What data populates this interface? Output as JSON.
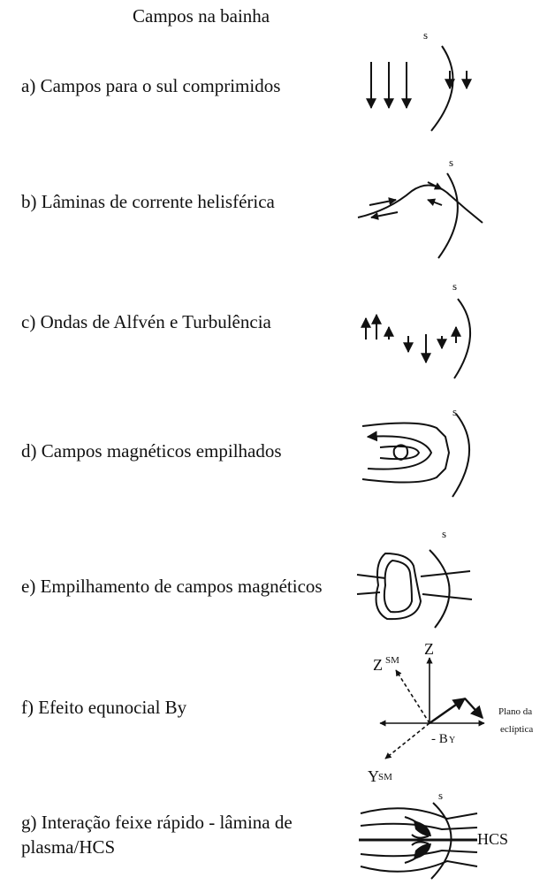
{
  "title": "Campos na bainha",
  "items": [
    {
      "label": "a) Campos para o sul comprimidos"
    },
    {
      "label": "b) Lâminas de corrente helisférica"
    },
    {
      "label": "c) Ondas de Alfvén e Turbulência"
    },
    {
      "label": "d) Campos magnéticos empilhados"
    },
    {
      "label": "e) Empilhamento de campos magnéticos"
    },
    {
      "label": "f) Efeito equnocial By"
    },
    {
      "label": "g) Interação feixe rápido - lâmina de plasma/HCS"
    }
  ],
  "figure_text": {
    "s": "s",
    "z": "Z",
    "zsm": "Z",
    "zsm_sup": "SM",
    "ysm": "Y",
    "ysm_sub": "SM",
    "by": "- B",
    "by_sub": "Y",
    "plane_1": "Plano da",
    "plane_2": "eclíptica",
    "hcs": "HCS"
  }
}
